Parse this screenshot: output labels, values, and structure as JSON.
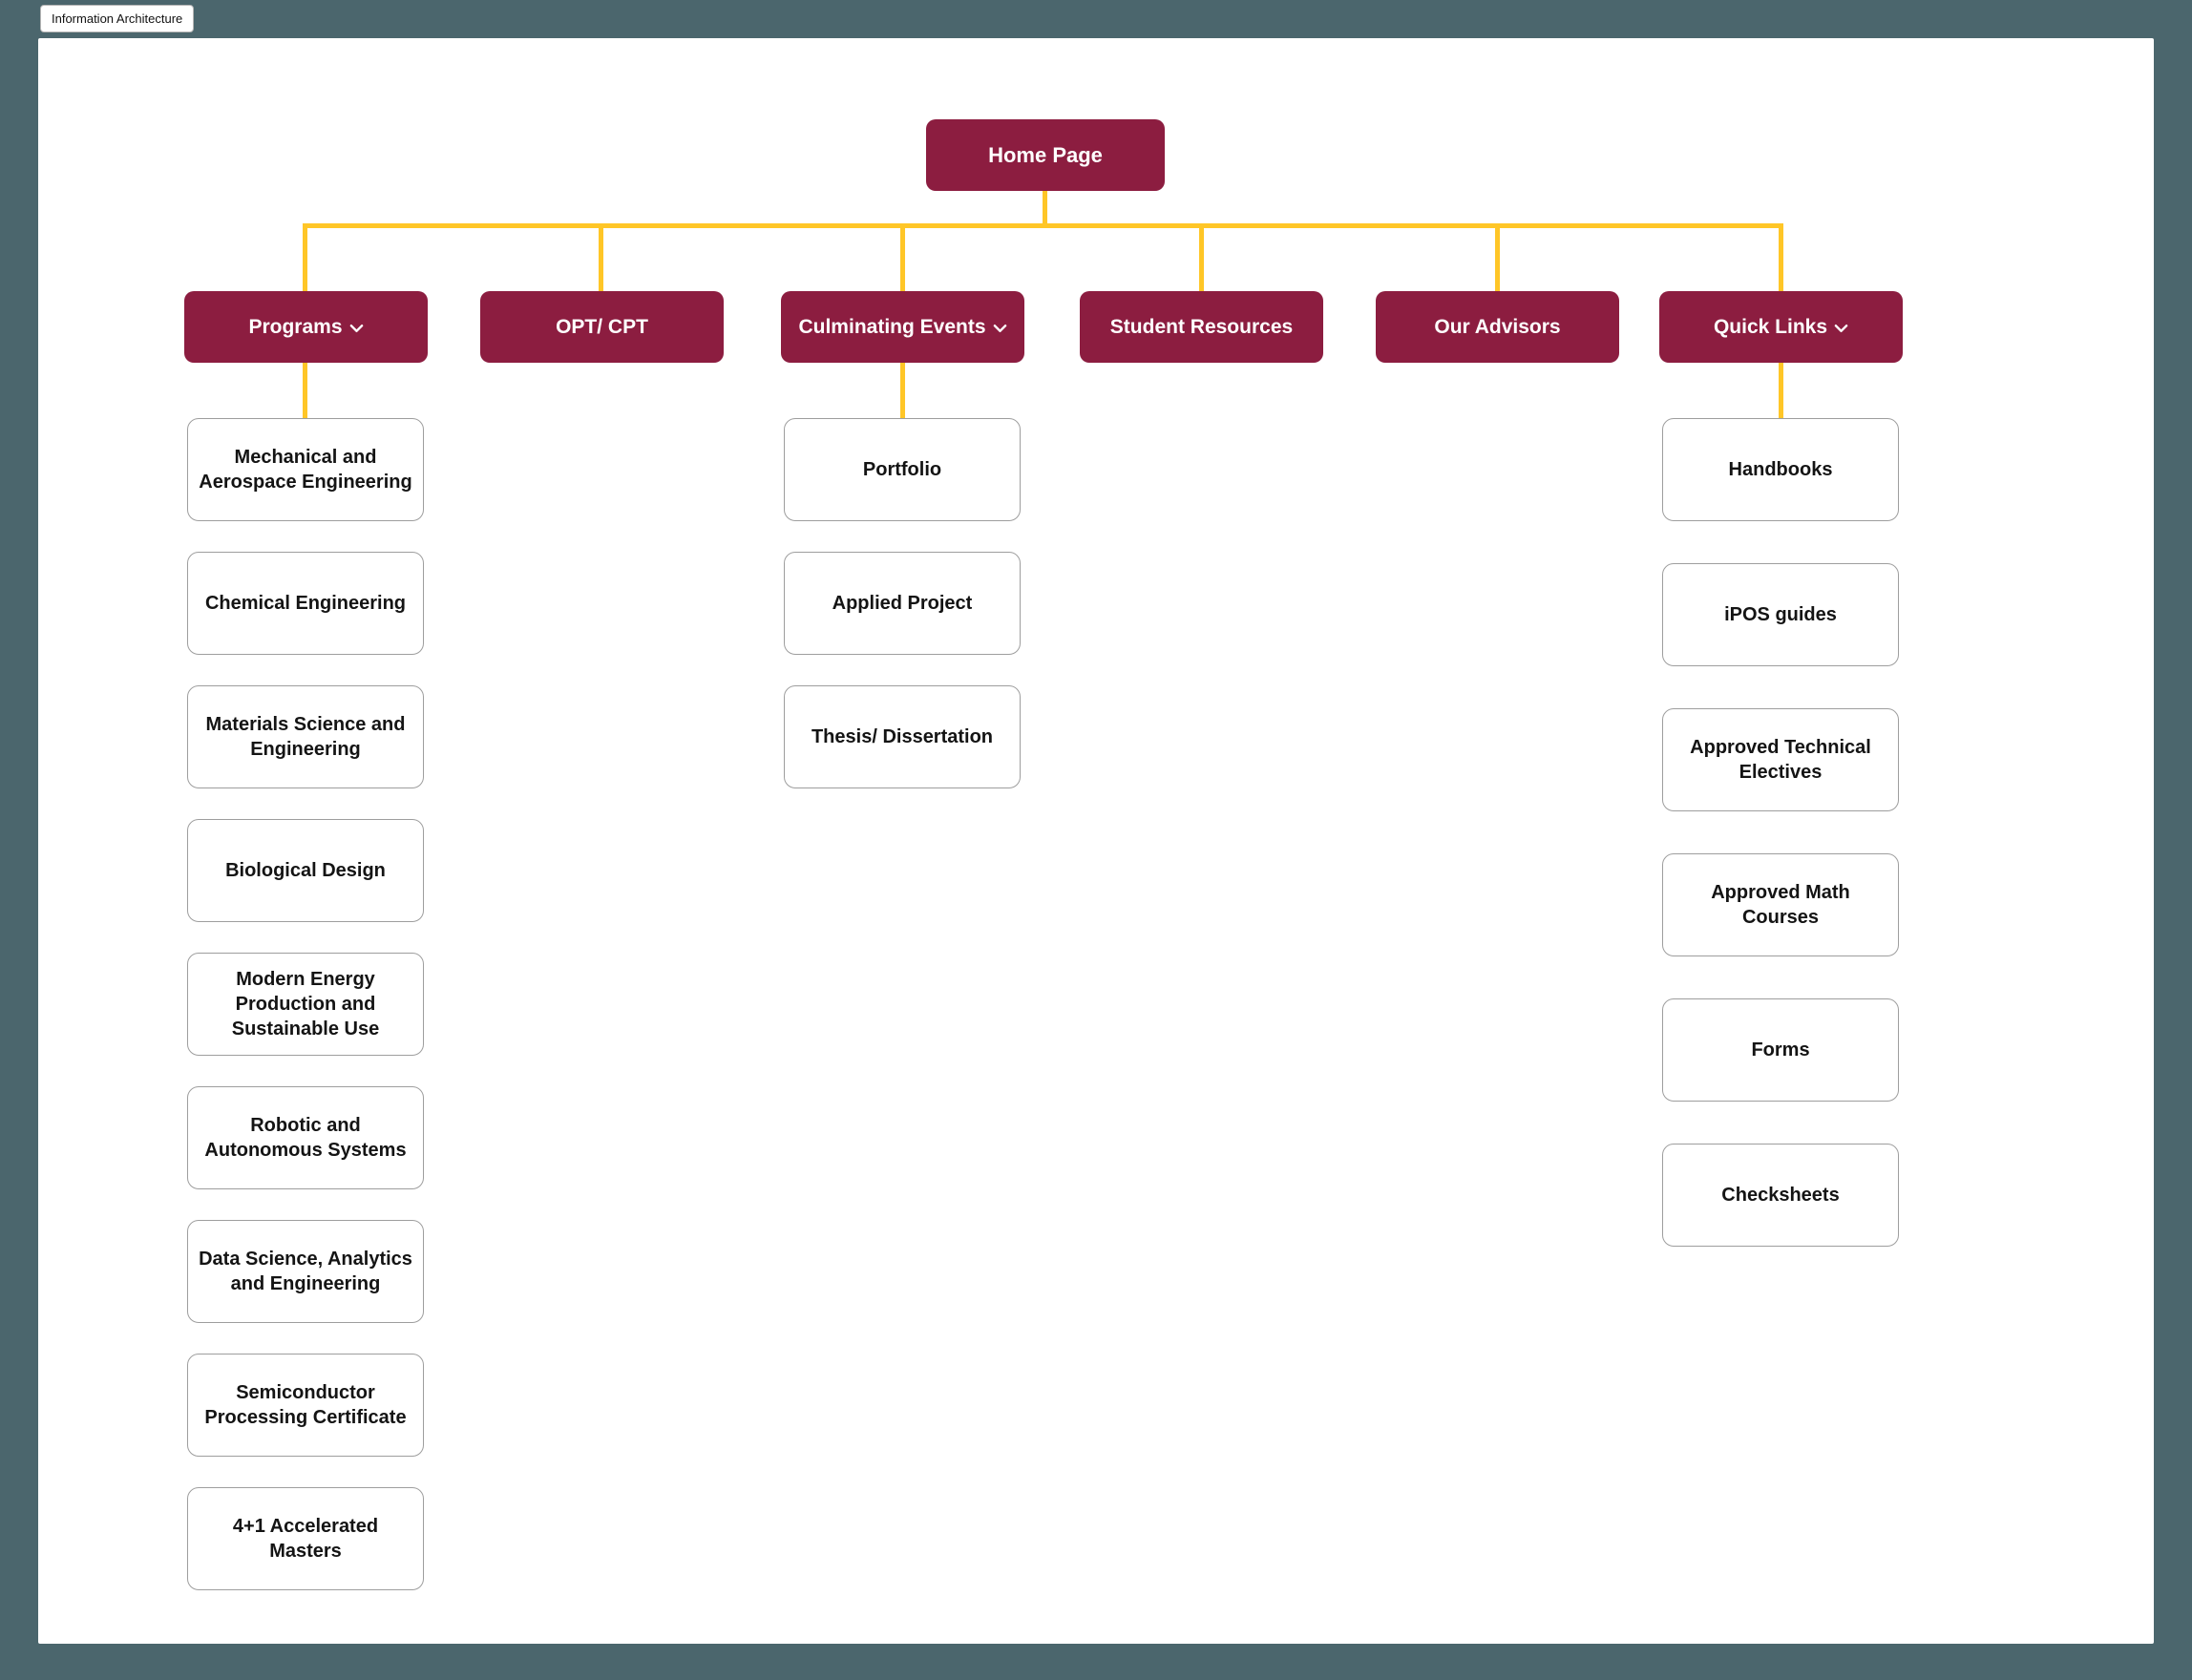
{
  "board": {
    "tab_label": "Information Architecture"
  },
  "colors": {
    "maroon": "#8C1D40",
    "gold": "#FFC627",
    "backdrop": "#4B666D",
    "canvas": "#FFFFFF",
    "child_border": "#9E9E9E",
    "text": "#141414"
  },
  "tree": {
    "root": {
      "label": "Home Page"
    },
    "columns": [
      {
        "label": "Programs",
        "has_dropdown": true,
        "children": [
          "Mechanical and Aerospace Engineering",
          "Chemical Engineering",
          "Materials Science and Engineering",
          "Biological Design",
          "Modern Energy Production and Sustainable Use",
          "Robotic and Autonomous Systems",
          "Data Science, Analytics and Engineering",
          "Semiconductor Processing Certificate",
          "4+1 Accelerated Masters"
        ]
      },
      {
        "label": "OPT/ CPT",
        "has_dropdown": false,
        "children": []
      },
      {
        "label": "Culminating Events",
        "has_dropdown": true,
        "children": [
          "Portfolio",
          "Applied Project",
          "Thesis/ Dissertation"
        ]
      },
      {
        "label": "Student Resources",
        "has_dropdown": false,
        "children": []
      },
      {
        "label": "Our Advisors",
        "has_dropdown": false,
        "children": []
      },
      {
        "label": "Quick Links",
        "has_dropdown": true,
        "children": [
          "Handbooks",
          "iPOS guides",
          "Approved Technical Electives",
          "Approved Math Courses",
          "Forms",
          "Checksheets"
        ]
      }
    ]
  }
}
